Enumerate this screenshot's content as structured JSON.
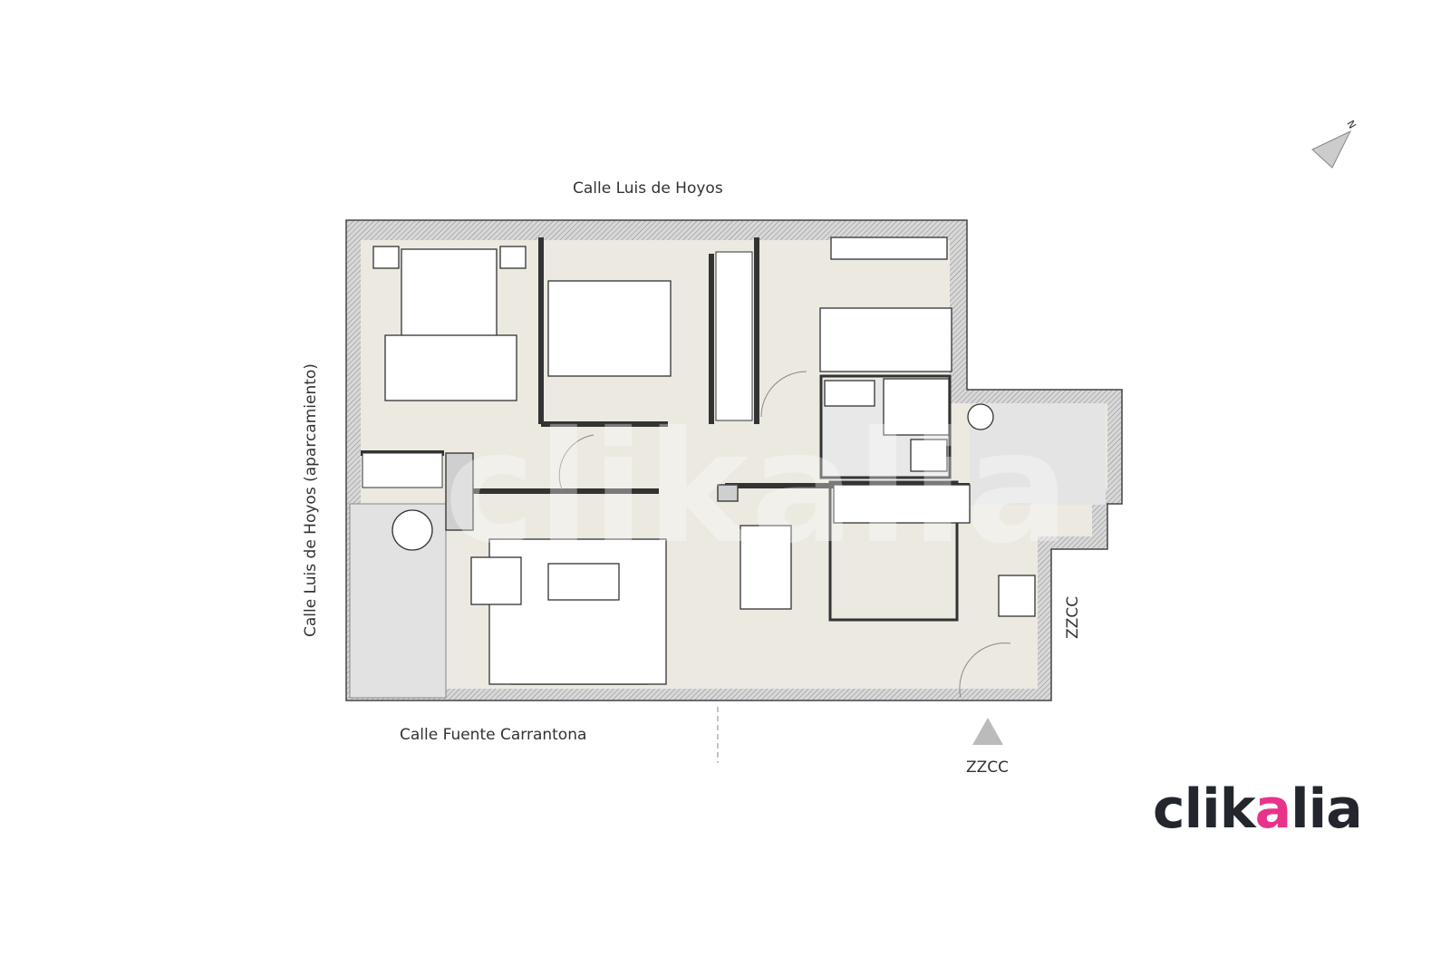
{
  "labels": {
    "street_top": "Calle Luis de Hoyos",
    "street_left": "Calle Luis de Hoyos (aparcamiento)",
    "street_bottom": "Calle Fuente Carrantona",
    "common_area_right": "ZZCC",
    "common_area_bottom": "ZZCC",
    "north": "N"
  },
  "logo": {
    "text_before": "clik",
    "text_accent": "a",
    "text_after": "lia",
    "accent_color": "#e8338a",
    "color": "#23272d"
  },
  "colors": {
    "floor": "#ece9e1",
    "terrace": "#e2e2e2",
    "wall": "#cfcfcf"
  }
}
